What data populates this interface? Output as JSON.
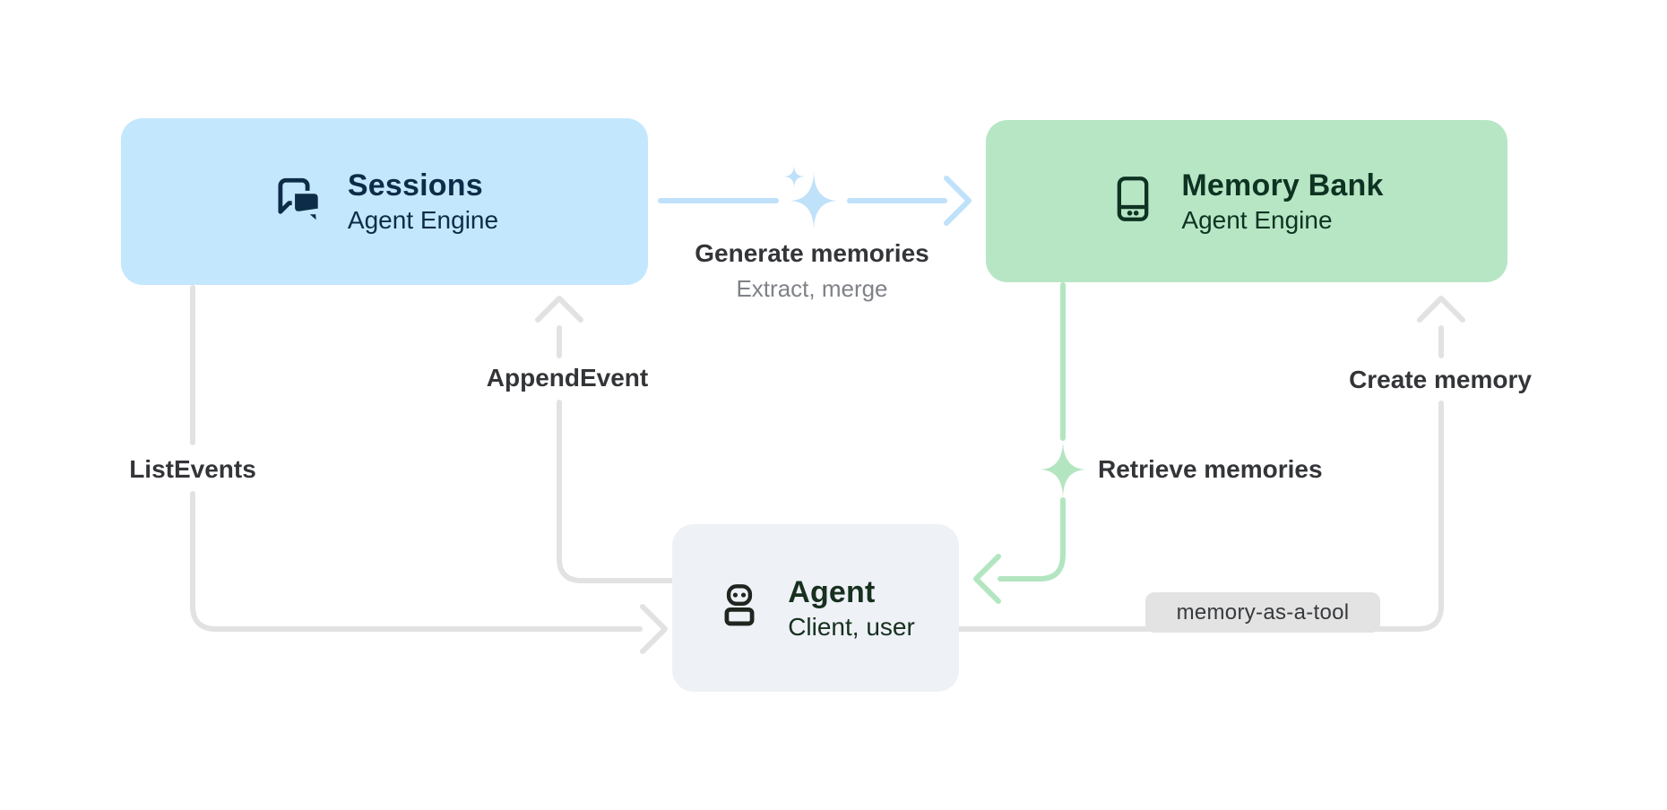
{
  "diagram": {
    "nodes": {
      "sessions": {
        "title": "Sessions",
        "subtitle": "Agent Engine",
        "icon": "chat-forum-icon",
        "bg": "#c3e7fd",
        "fg": "#0d2c47"
      },
      "memory_bank": {
        "title": "Memory Bank",
        "subtitle": "Agent Engine",
        "icon": "memory-storage-icon",
        "bg": "#b7e6c5",
        "fg": "#0e3322"
      },
      "agent": {
        "title": "Agent",
        "subtitle": "Client, user",
        "icon": "robot-agent-icon",
        "bg": "#eef1f6",
        "fg": "#17301f"
      }
    },
    "edges": {
      "generate_memories": {
        "label": "Generate memories",
        "sublabel": "Extract, merge",
        "color": "#bfe1fa",
        "from": "sessions",
        "to": "memory_bank",
        "sparkle": "gemini-sparkle-icon"
      },
      "append_event": {
        "label": "AppendEvent",
        "color": "#e2e2e2",
        "from": "agent",
        "to": "sessions"
      },
      "list_events": {
        "label": "ListEvents",
        "color": "#e2e2e2",
        "from": "sessions",
        "to": "agent"
      },
      "retrieve_memories": {
        "label": "Retrieve memories",
        "color": "#b3e5c1",
        "from": "memory_bank",
        "to": "agent",
        "sparkle": "gemini-sparkle-icon"
      },
      "create_memory": {
        "label": "Create memory",
        "badge": "memory-as-a-tool",
        "color": "#e2e2e2",
        "from": "agent",
        "to": "memory_bank"
      }
    },
    "text_colors": {
      "edge_label": "#333538",
      "edge_sublabel": "#7f8287",
      "badge_text": "#37393c"
    }
  }
}
